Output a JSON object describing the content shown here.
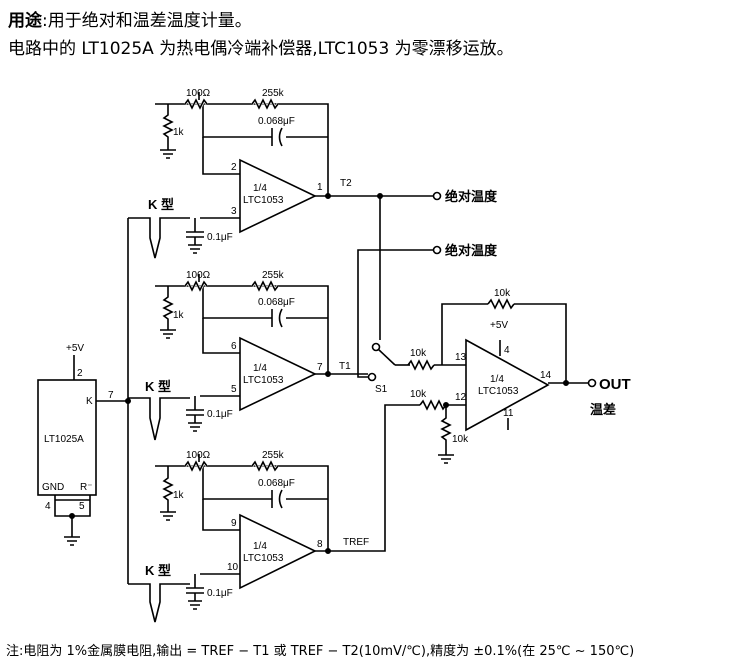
{
  "header": {
    "usage_label": "用途",
    "usage_text": ":用于绝对和温差温度计量。",
    "description": "电路中的 LT1025A 为热电偶冷端补偿器,LTC1053 为零漂移运放。"
  },
  "circuit": {
    "resistors": {
      "r100": "100Ω",
      "r255k": "255k",
      "r1k": "1k",
      "r10k": "10k"
    },
    "capacitors": {
      "c_feedback": "0.068μF",
      "c_input": "0.1μF"
    },
    "opamp": {
      "fraction": "1/4",
      "name": "LTC1053"
    },
    "thermocouple_label": "K 型",
    "cold_junction": {
      "name": "LT1025A",
      "supply": "+5V",
      "gnd": "GND",
      "r_pin": "R⁻",
      "k_pin": "K"
    },
    "pins": {
      "p2": "2",
      "p3": "3",
      "p1": "1",
      "p6": "6",
      "p5": "5",
      "p7": "7",
      "p9": "9",
      "p10": "10",
      "p8": "8",
      "p13": "13",
      "p12": "12",
      "p14": "14",
      "p4": "4",
      "p11": "11",
      "lt_2": "2",
      "lt_7": "7",
      "lt_4": "4",
      "lt_5": "5"
    },
    "nodes": {
      "t2": "T2",
      "t1": "T1",
      "tref": "TREF",
      "s1": "S1",
      "plus5v": "+5V"
    },
    "outputs": {
      "abs_temp_1": "绝对温度",
      "abs_temp_2": "绝对温度",
      "out": "OUT",
      "diff": "温差"
    }
  },
  "footnote": "注:电阻为 1%金属膜电阻,输出 = TREF − T1 或 TREF − T2(10mV/℃),精度为 ±0.1%(在 25℃ ~ 150℃)"
}
